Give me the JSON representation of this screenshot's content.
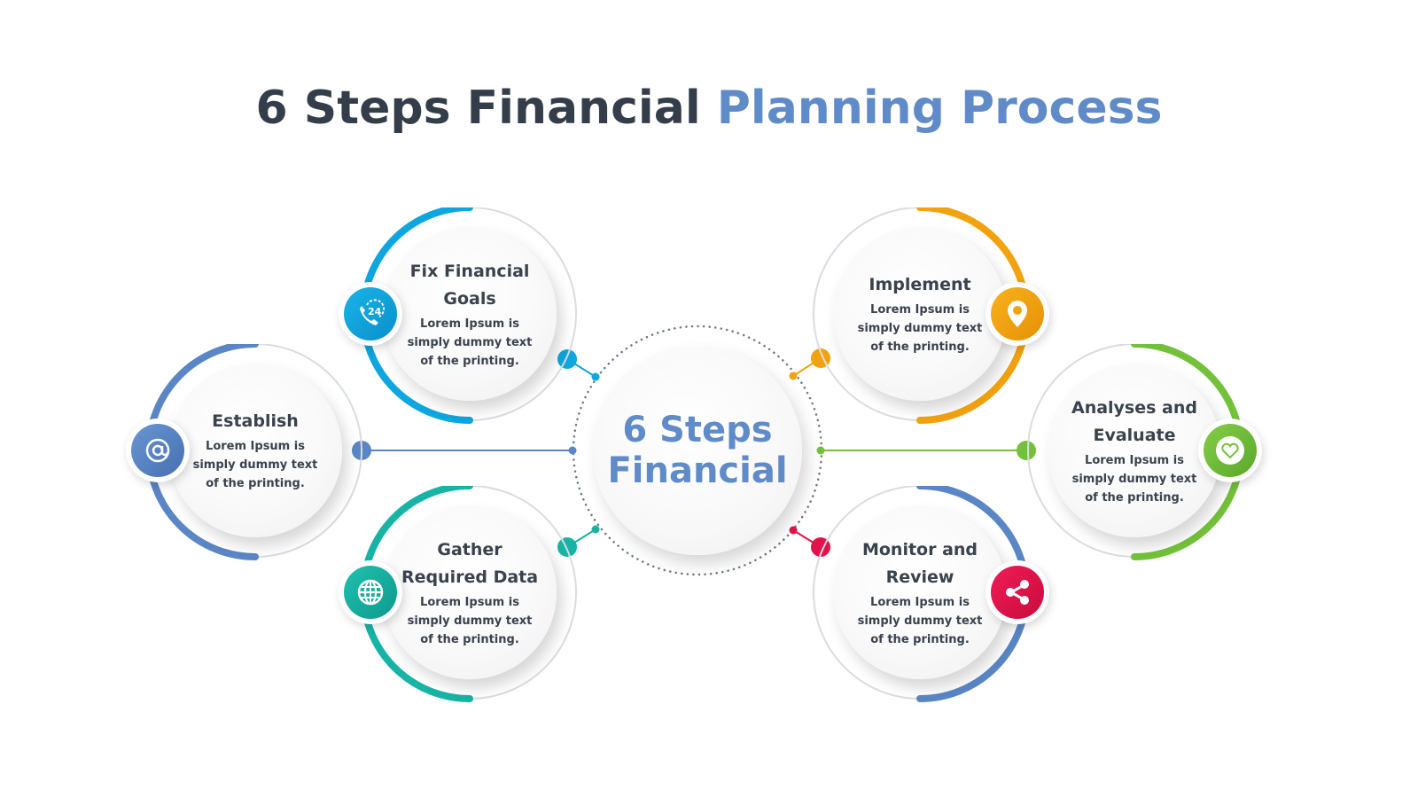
{
  "title": {
    "main": "6 Steps Financial",
    "accent": "Planning Process"
  },
  "center": {
    "line1": "6 Steps",
    "line2": "Financial"
  },
  "colors": {
    "title_dark": "#343e4a",
    "title_accent": "#5f8bc8",
    "establish": "#5a86c5",
    "fix_goals": "#0fa5de",
    "gather": "#17b3a5",
    "implement": "#f3a20f",
    "analyses": "#73c13a",
    "monitor": "#e4124a"
  },
  "steps": [
    {
      "id": "establish",
      "title_line1": "Establish",
      "title_line2": "",
      "body_line1": "Lorem Ipsum is",
      "body_line2": "simply dummy text",
      "body_line3": "of the printing.",
      "icon": "at-sign-icon",
      "color": "#5a86c5"
    },
    {
      "id": "fix-financial-goals",
      "title_line1": "Fix Financial",
      "title_line2": "Goals",
      "body_line1": "Lorem Ipsum is",
      "body_line2": "simply dummy text",
      "body_line3": "of the printing.",
      "icon": "phone-24-icon",
      "color": "#0fa5de"
    },
    {
      "id": "gather-required-data",
      "title_line1": "Gather",
      "title_line2": "Required Data",
      "body_line1": "Lorem Ipsum is",
      "body_line2": "simply dummy text",
      "body_line3": "of the printing.",
      "icon": "globe-icon",
      "color": "#17b3a5"
    },
    {
      "id": "implement",
      "title_line1": "Implement",
      "title_line2": "",
      "body_line1": "Lorem Ipsum is",
      "body_line2": "simply dummy text",
      "body_line3": "of the printing.",
      "icon": "location-pin-icon",
      "color": "#f3a20f"
    },
    {
      "id": "analyses-and-evaluate",
      "title_line1": "Analyses and",
      "title_line2": "Evaluate",
      "body_line1": "Lorem Ipsum is",
      "body_line2": "simply dummy text",
      "body_line3": "of the printing.",
      "icon": "heart-icon",
      "color": "#73c13a"
    },
    {
      "id": "monitor-and-review",
      "title_line1": "Monitor and",
      "title_line2": "Review",
      "body_line1": "Lorem Ipsum is",
      "body_line2": "simply dummy text",
      "body_line3": "of the printing.",
      "icon": "share-icon",
      "color": "#e4124a"
    }
  ]
}
